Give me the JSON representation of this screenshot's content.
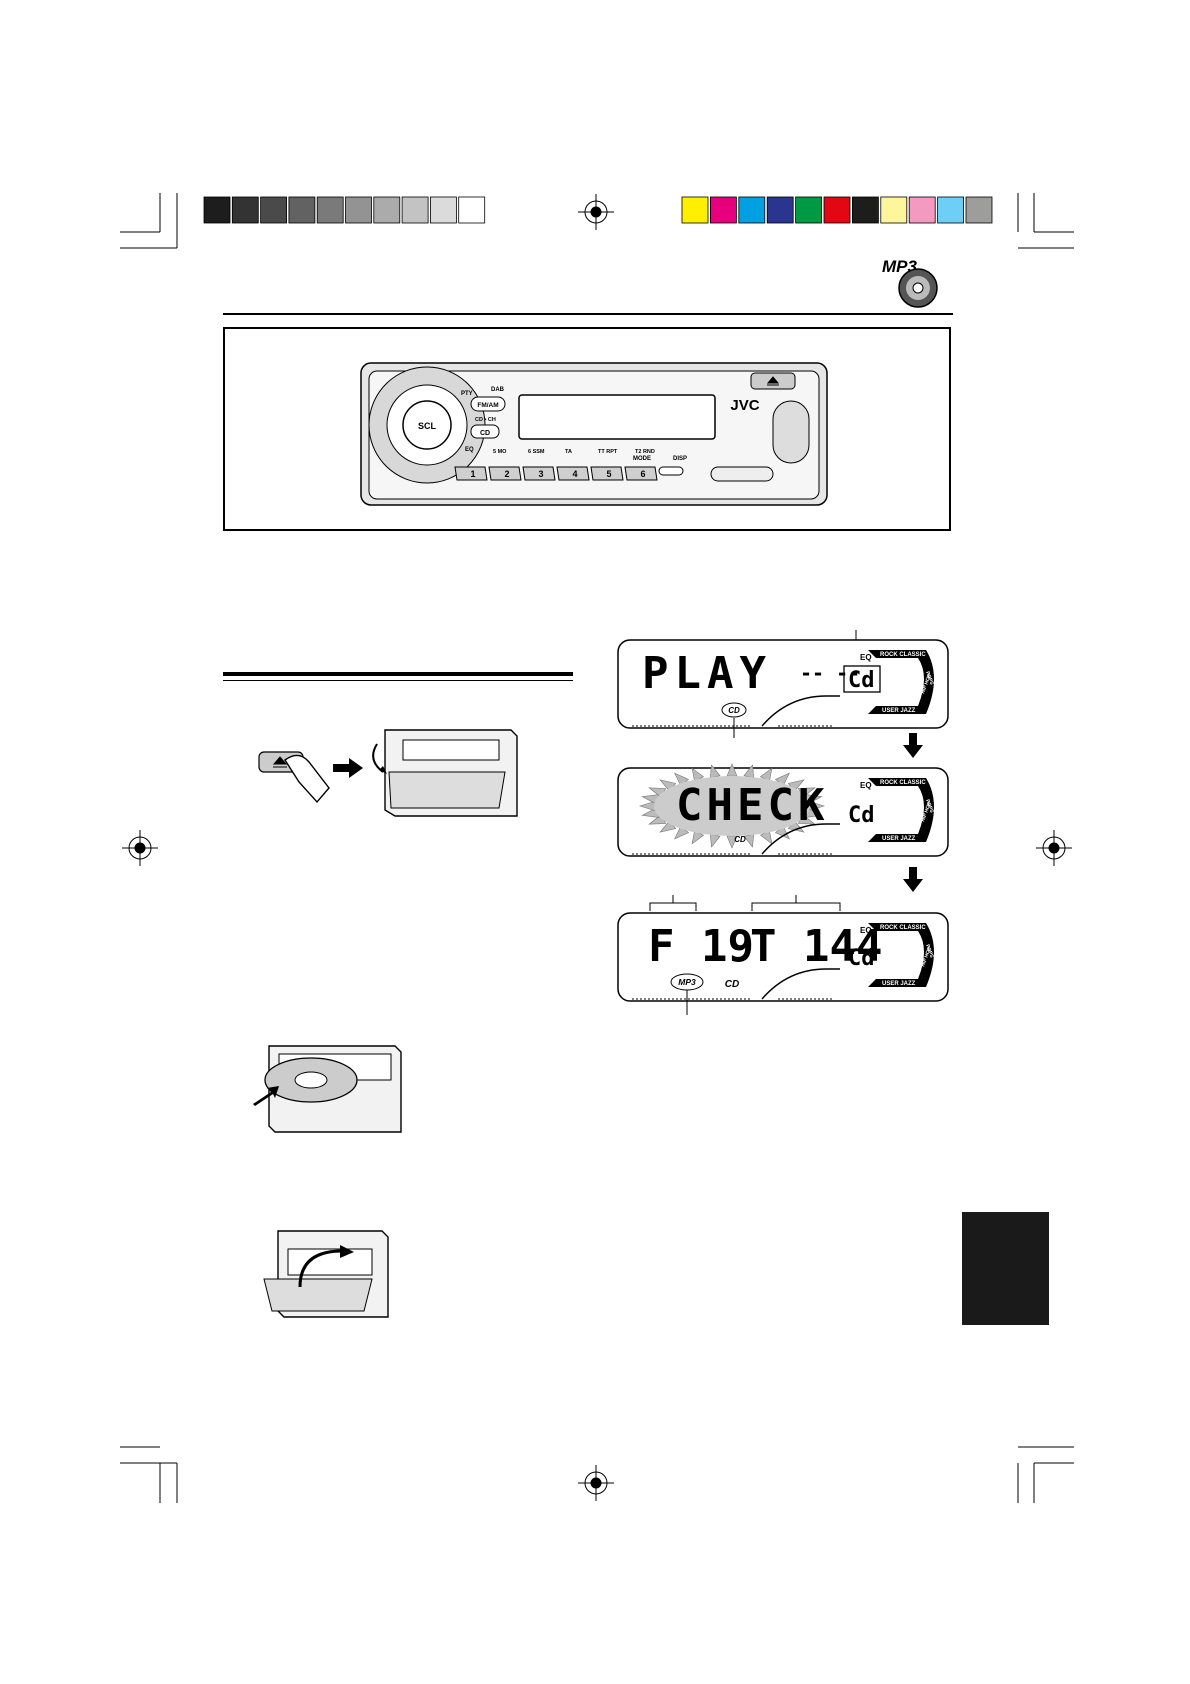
{
  "print_marks": {
    "gray_swatches": [
      "#1d1d1d",
      "#333333",
      "#4a4a4a",
      "#626262",
      "#7a7a7a",
      "#939393",
      "#ababab",
      "#c3c3c3",
      "#dbdbdb",
      "#ffffff"
    ],
    "color_swatches": [
      "#ffef00",
      "#e6007e",
      "#00a0e3",
      "#2a3590",
      "#009a44",
      "#e30613",
      "#1d1d1b",
      "#fff59b",
      "#f49ac1",
      "#6dcff6",
      "#9d9d9c"
    ]
  },
  "header": {
    "logo_text": "MP3"
  },
  "faceplate": {
    "brand": "JVC",
    "buttons": {
      "fm_am": "FM/AM",
      "cd_ch": "CD • CH",
      "cd": "CD",
      "dab": "DAB",
      "pty": "PTY",
      "scl": "SCL",
      "eq": "EQ",
      "mode": "MODE",
      "disp": "DISP"
    },
    "preset_labels": [
      "5 MO",
      "6 SSM",
      "TA",
      "TT RPT",
      "T2 RND"
    ],
    "presets": [
      "1",
      "2",
      "3",
      "4",
      "5",
      "6"
    ]
  },
  "displays": {
    "play": {
      "main": "PLAY",
      "dashes": "-- --",
      "source": "Cd",
      "disc_icon": "CD"
    },
    "check": {
      "main": "CHECK",
      "source": "Cd",
      "disc_icon": "CD"
    },
    "track": {
      "folder": "F 19",
      "track": "T 144",
      "source": "Cd",
      "format_icon": "MP3",
      "disc_icon": "CD"
    },
    "eq_labels": {
      "eq": "EQ",
      "rock_classic": "ROCK CLASSIC",
      "pops": "POPS",
      "user_jazz": "USER JAZZ",
      "hiphop": "HIP HOP"
    }
  }
}
